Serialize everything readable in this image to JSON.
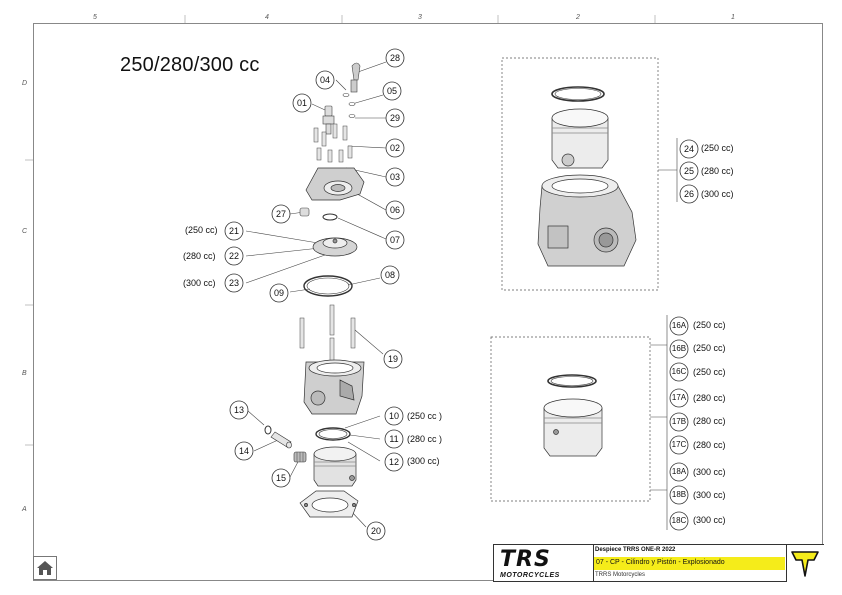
{
  "zones": {
    "top": [
      "5",
      "4",
      "3",
      "2",
      "1"
    ],
    "left": [
      "D",
      "C",
      "B",
      "A"
    ]
  },
  "title": "250/280/300 cc",
  "part_callouts": [
    {
      "id": "p28",
      "label": "28"
    },
    {
      "id": "p04",
      "label": "04"
    },
    {
      "id": "p05",
      "label": "05"
    },
    {
      "id": "p01",
      "label": "01"
    },
    {
      "id": "p29",
      "label": "29"
    },
    {
      "id": "p02",
      "label": "02"
    },
    {
      "id": "p03",
      "label": "03"
    },
    {
      "id": "p06",
      "label": "06"
    },
    {
      "id": "p27",
      "label": "27"
    },
    {
      "id": "p07",
      "label": "07"
    },
    {
      "id": "p21",
      "label": "21"
    },
    {
      "id": "p22",
      "label": "22"
    },
    {
      "id": "p23",
      "label": "23"
    },
    {
      "id": "p08",
      "label": "08"
    },
    {
      "id": "p09",
      "label": "09"
    },
    {
      "id": "p19",
      "label": "19"
    },
    {
      "id": "p13",
      "label": "13"
    },
    {
      "id": "p10",
      "label": "10"
    },
    {
      "id": "p11",
      "label": "11"
    },
    {
      "id": "p14",
      "label": "14"
    },
    {
      "id": "p12",
      "label": "12"
    },
    {
      "id": "p15",
      "label": "15"
    },
    {
      "id": "p20",
      "label": "20"
    },
    {
      "id": "p24",
      "label": "24"
    },
    {
      "id": "p25",
      "label": "25"
    },
    {
      "id": "p26",
      "label": "26"
    },
    {
      "id": "p16A",
      "label": "16A"
    },
    {
      "id": "p16B",
      "label": "16B"
    },
    {
      "id": "p16C",
      "label": "16C"
    },
    {
      "id": "p17A",
      "label": "17A"
    },
    {
      "id": "p17B",
      "label": "17B"
    },
    {
      "id": "p17C",
      "label": "17C"
    },
    {
      "id": "p18A",
      "label": "18A"
    },
    {
      "id": "p18B",
      "label": "18B"
    },
    {
      "id": "p18C",
      "label": "18C"
    }
  ],
  "cc_labels": {
    "c21": "(250 cc)",
    "c22": "(280 cc)",
    "c23": "(300 cc)",
    "c10": "(250 cc )",
    "c11": "(280 cc )",
    "c12": "(300 cc)",
    "c24": "(250 cc)",
    "c25": "(280 cc)",
    "c26": "(300 cc)",
    "c16A": "(250 cc)",
    "c16B": "(250 cc)",
    "c16C": "(250 cc)",
    "c17A": "(280 cc)",
    "c17B": "(280 cc)",
    "c17C": "(280 cc)",
    "c18A": "(300 cc)",
    "c18B": "(300 cc)",
    "c18C": "(300 cc)"
  },
  "title_block": {
    "logo_text": "TRS",
    "logo_sub": "MOTORCYCLES",
    "row1": "Despiece TRRS ONE-R 2022",
    "row2": "07 - CP - Cilindro y Pistón - Explosionado",
    "row3": "TRRS Motorcycles"
  },
  "colors": {
    "accent": "#f5ec1a",
    "line": "#333333"
  },
  "icons": {
    "home": "home-icon",
    "emblem": "trrs-emblem-icon"
  }
}
